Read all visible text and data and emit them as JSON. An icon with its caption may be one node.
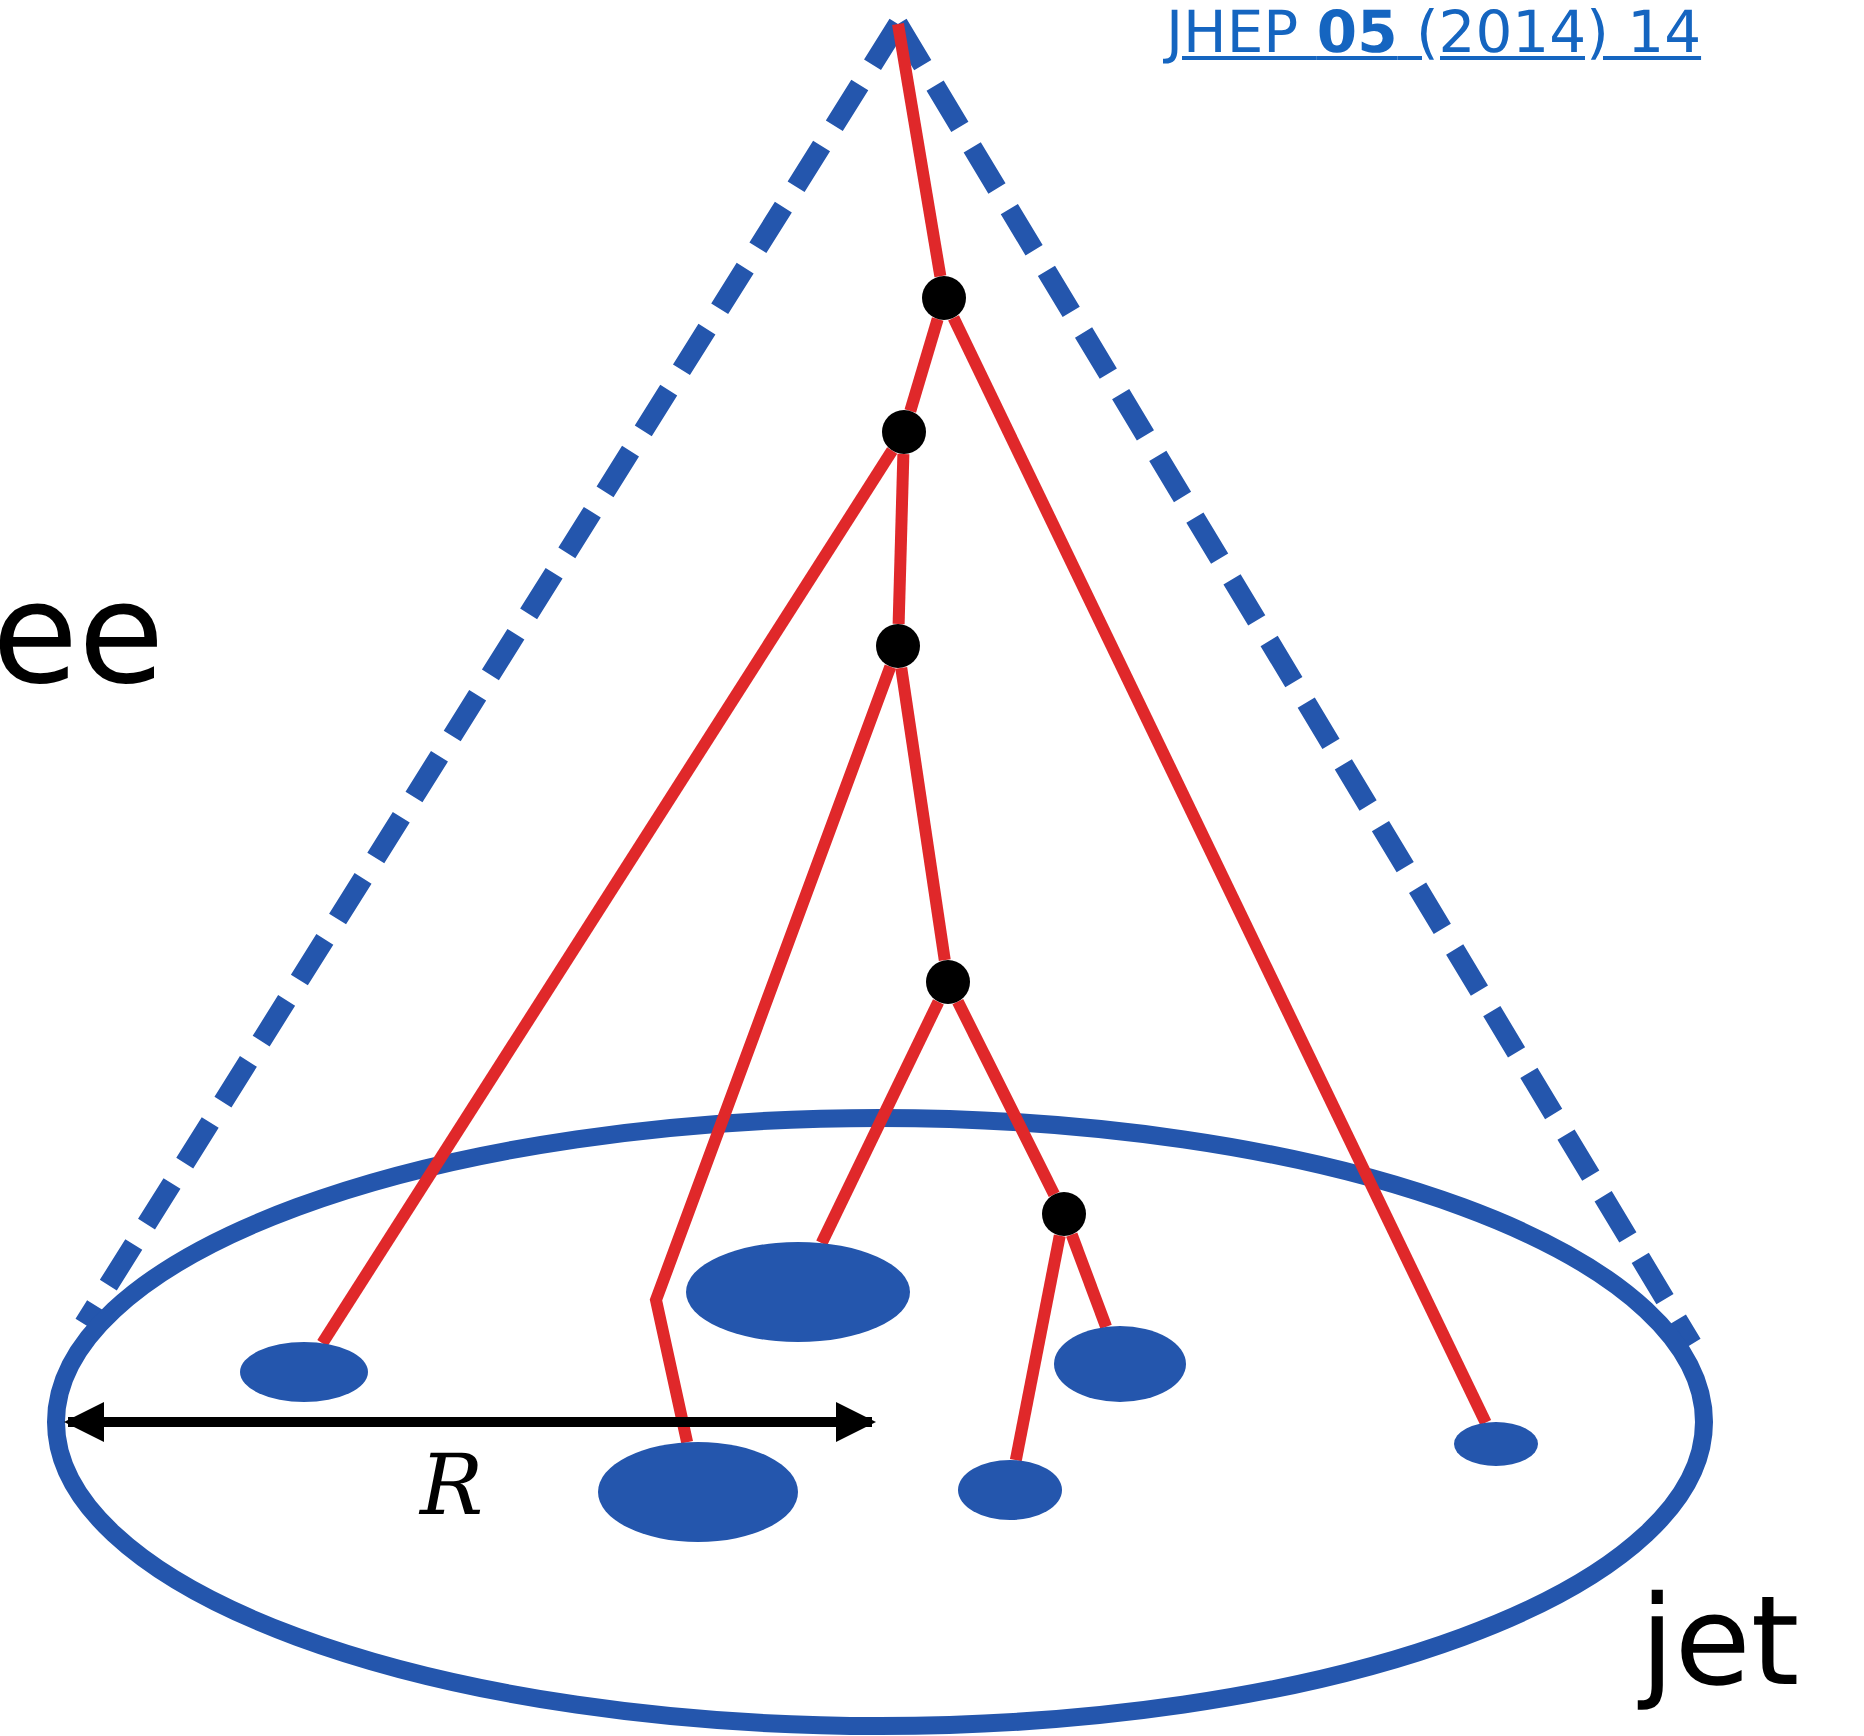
{
  "diagram": {
    "nodes": [
      {
        "text": [],
        "shape": "cone"
      },
      {
        "text": [],
        "shape": "circle",
        "in": 0
      },
      {
        "text": [],
        "shape": "circle",
        "in": 0
      },
      {
        "text": [],
        "shape": "circle",
        "in": 0
      },
      {
        "text": [],
        "shape": "circle",
        "in": 0
      },
      {
        "text": [],
        "shape": "circle",
        "in": 0
      },
      {
        "text": [],
        "shape": "circle",
        "in": 0
      },
      {
        "text": [],
        "shape": "circle",
        "in": 0
      },
      {
        "text": [],
        "shape": "circle",
        "in": 0
      },
      {
        "text": [],
        "shape": "circle",
        "in": 0
      },
      {
        "text": [],
        "shape": "circle",
        "in": 0
      },
      {
        "text": [],
        "shape": "circle",
        "in": 0
      }
    ],
    "edges": [
      {
        "from": null,
        "to": 1,
        "arrow": "none"
      },
      {
        "from": 1,
        "to": 2,
        "arrow": "none"
      },
      {
        "from": 1,
        "to": 11,
        "arrow": "none"
      },
      {
        "from": 2,
        "to": 6,
        "arrow": "none"
      },
      {
        "from": 2,
        "to": 3,
        "arrow": "none"
      },
      {
        "from": 3,
        "to": 7,
        "arrow": "none"
      },
      {
        "from": 3,
        "to": 4,
        "arrow": "none"
      },
      {
        "from": 4,
        "to": 8,
        "arrow": "none"
      },
      {
        "from": 4,
        "to": 5,
        "arrow": "none"
      },
      {
        "from": 5,
        "to": 9,
        "arrow": "none"
      },
      {
        "from": 5,
        "to": 10,
        "arrow": "none"
      }
    ],
    "labels": [
      "JHEP **05** (2014) 14",
      "ee",
      "R",
      "jet"
    ]
  }
}
